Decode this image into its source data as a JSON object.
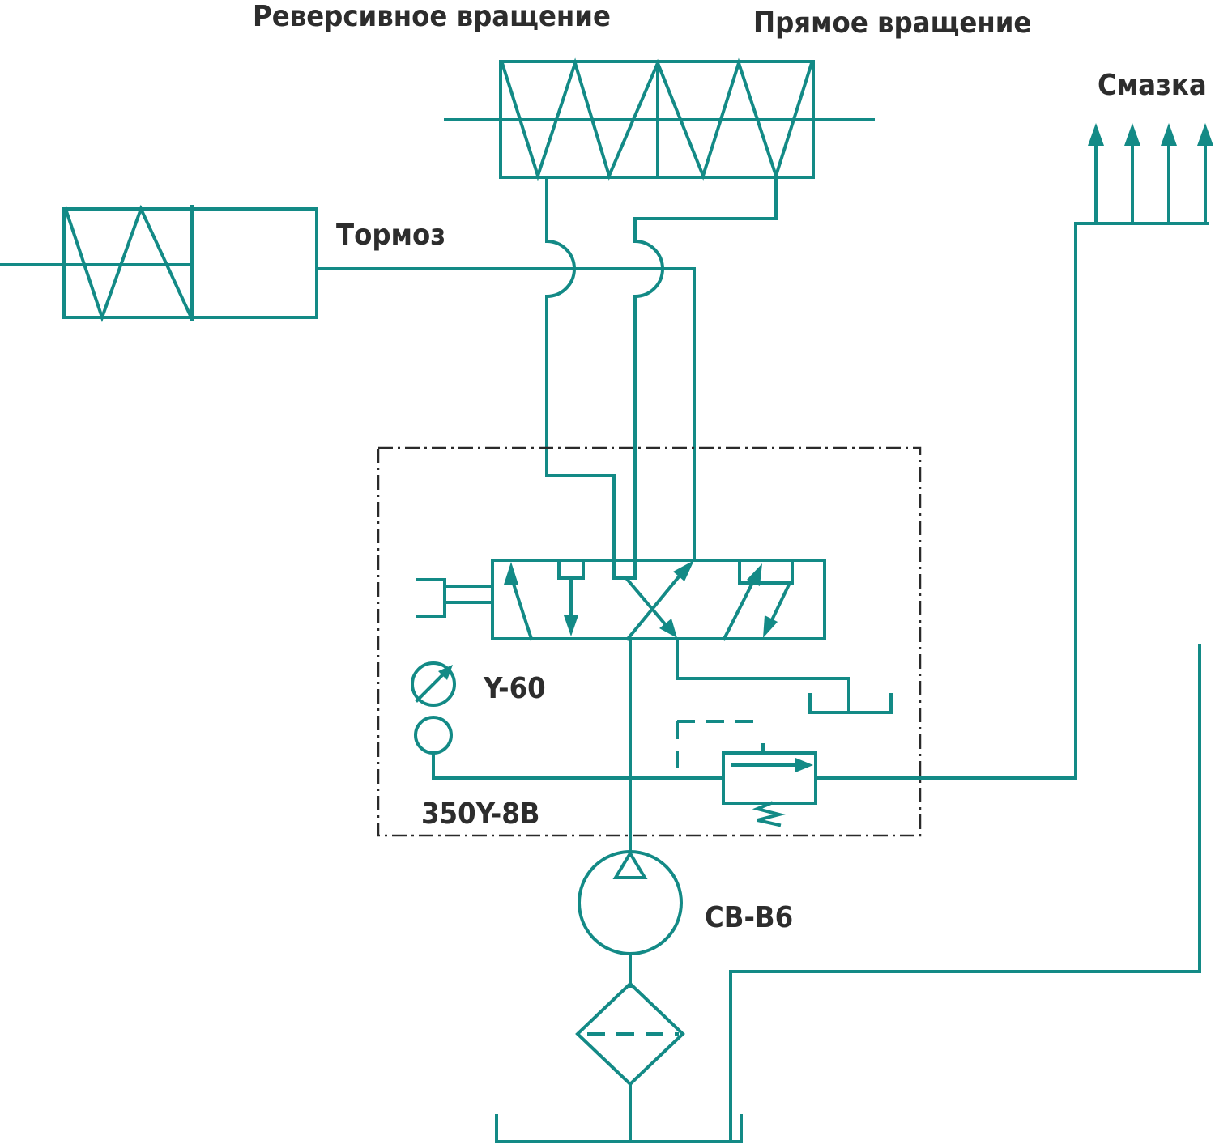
{
  "labels": {
    "reverse_rotation": "Реверсивное вращение",
    "forward_rotation": "Прямое вращение",
    "lubrication": "Смазка",
    "brake": "Тормоз",
    "gauge": "Y-60",
    "valve_block": "350Y-8B",
    "pump": "CB-B6"
  },
  "colors": {
    "line": "#138a86",
    "frame": "#2a2a2a",
    "text": "#2d2d2d"
  }
}
